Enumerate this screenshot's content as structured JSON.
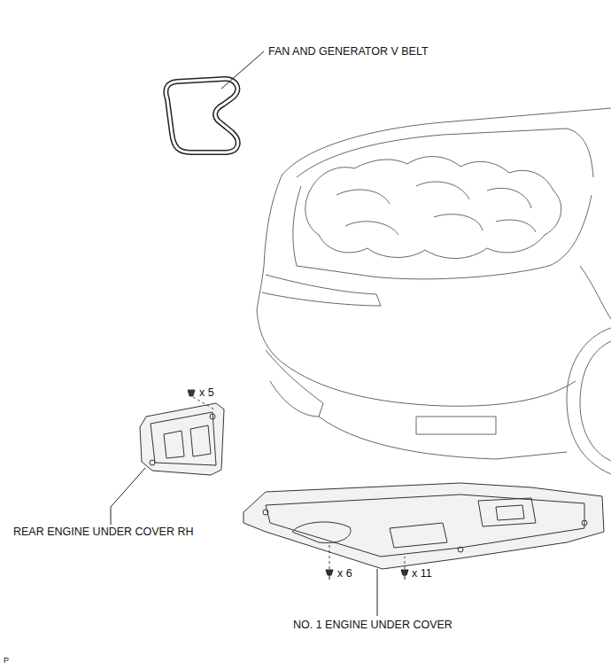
{
  "diagram": {
    "labels": [
      "FAN AND GENERATOR V BELT",
      "x 5",
      "REAR ENGINE UNDER COVER RH",
      "x 6",
      "x 11",
      "NO. 1 ENGINE UNDER COVER",
      "P"
    ]
  }
}
